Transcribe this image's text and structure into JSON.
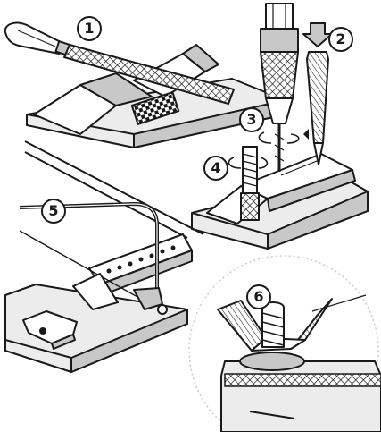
{
  "steps": [
    {
      "label": "1",
      "name": "file-filing-step"
    },
    {
      "label": "2",
      "name": "center-punch-step"
    },
    {
      "label": "3",
      "name": "drilling-step"
    },
    {
      "label": "4",
      "name": "tapping-step"
    },
    {
      "label": "5",
      "name": "hacksaw-cutting-step"
    },
    {
      "label": "6",
      "name": "finished-wing-nut-step"
    }
  ],
  "colors": {
    "ink": "#1a1a1a",
    "paper": "#ffffff",
    "shade": "#c8c8c8",
    "light": "#ececec"
  }
}
